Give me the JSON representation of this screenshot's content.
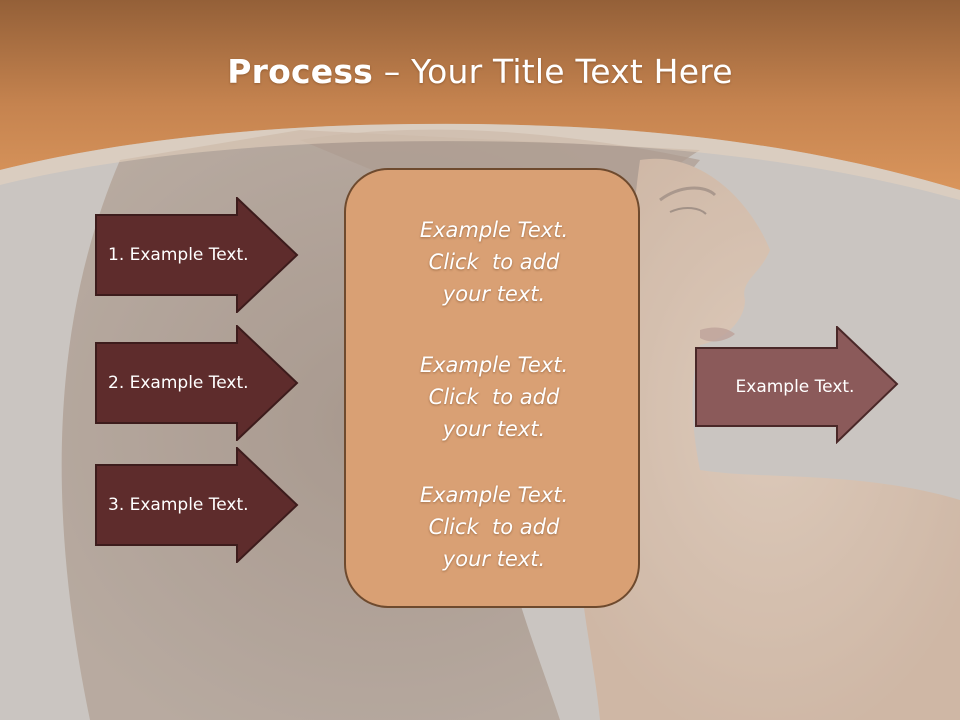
{
  "slide": {
    "title_bold": "Process",
    "title_rest": " – Your Title Text Here",
    "left_arrows": [
      {
        "label": "1. Example Text."
      },
      {
        "label": "2. Example Text."
      },
      {
        "label": "3. Example Text."
      }
    ],
    "center_blocks": [
      {
        "line1": "Example Text.",
        "line2": "Click  to add",
        "line3": "your text."
      },
      {
        "line1": "Example Text.",
        "line2": "Click  to add",
        "line3": "your text."
      },
      {
        "line1": "Example Text.",
        "line2": "Click  to add",
        "line3": "your text."
      }
    ],
    "right_arrow": {
      "label": "Example Text."
    }
  },
  "colors": {
    "header_orange": "#c98852",
    "dark_arrow_fill": "#5e2c2c",
    "light_arrow_fill": "#8b5a5a",
    "center_box_fill": "#d9a074",
    "background_gray": "#c9c5c1"
  }
}
